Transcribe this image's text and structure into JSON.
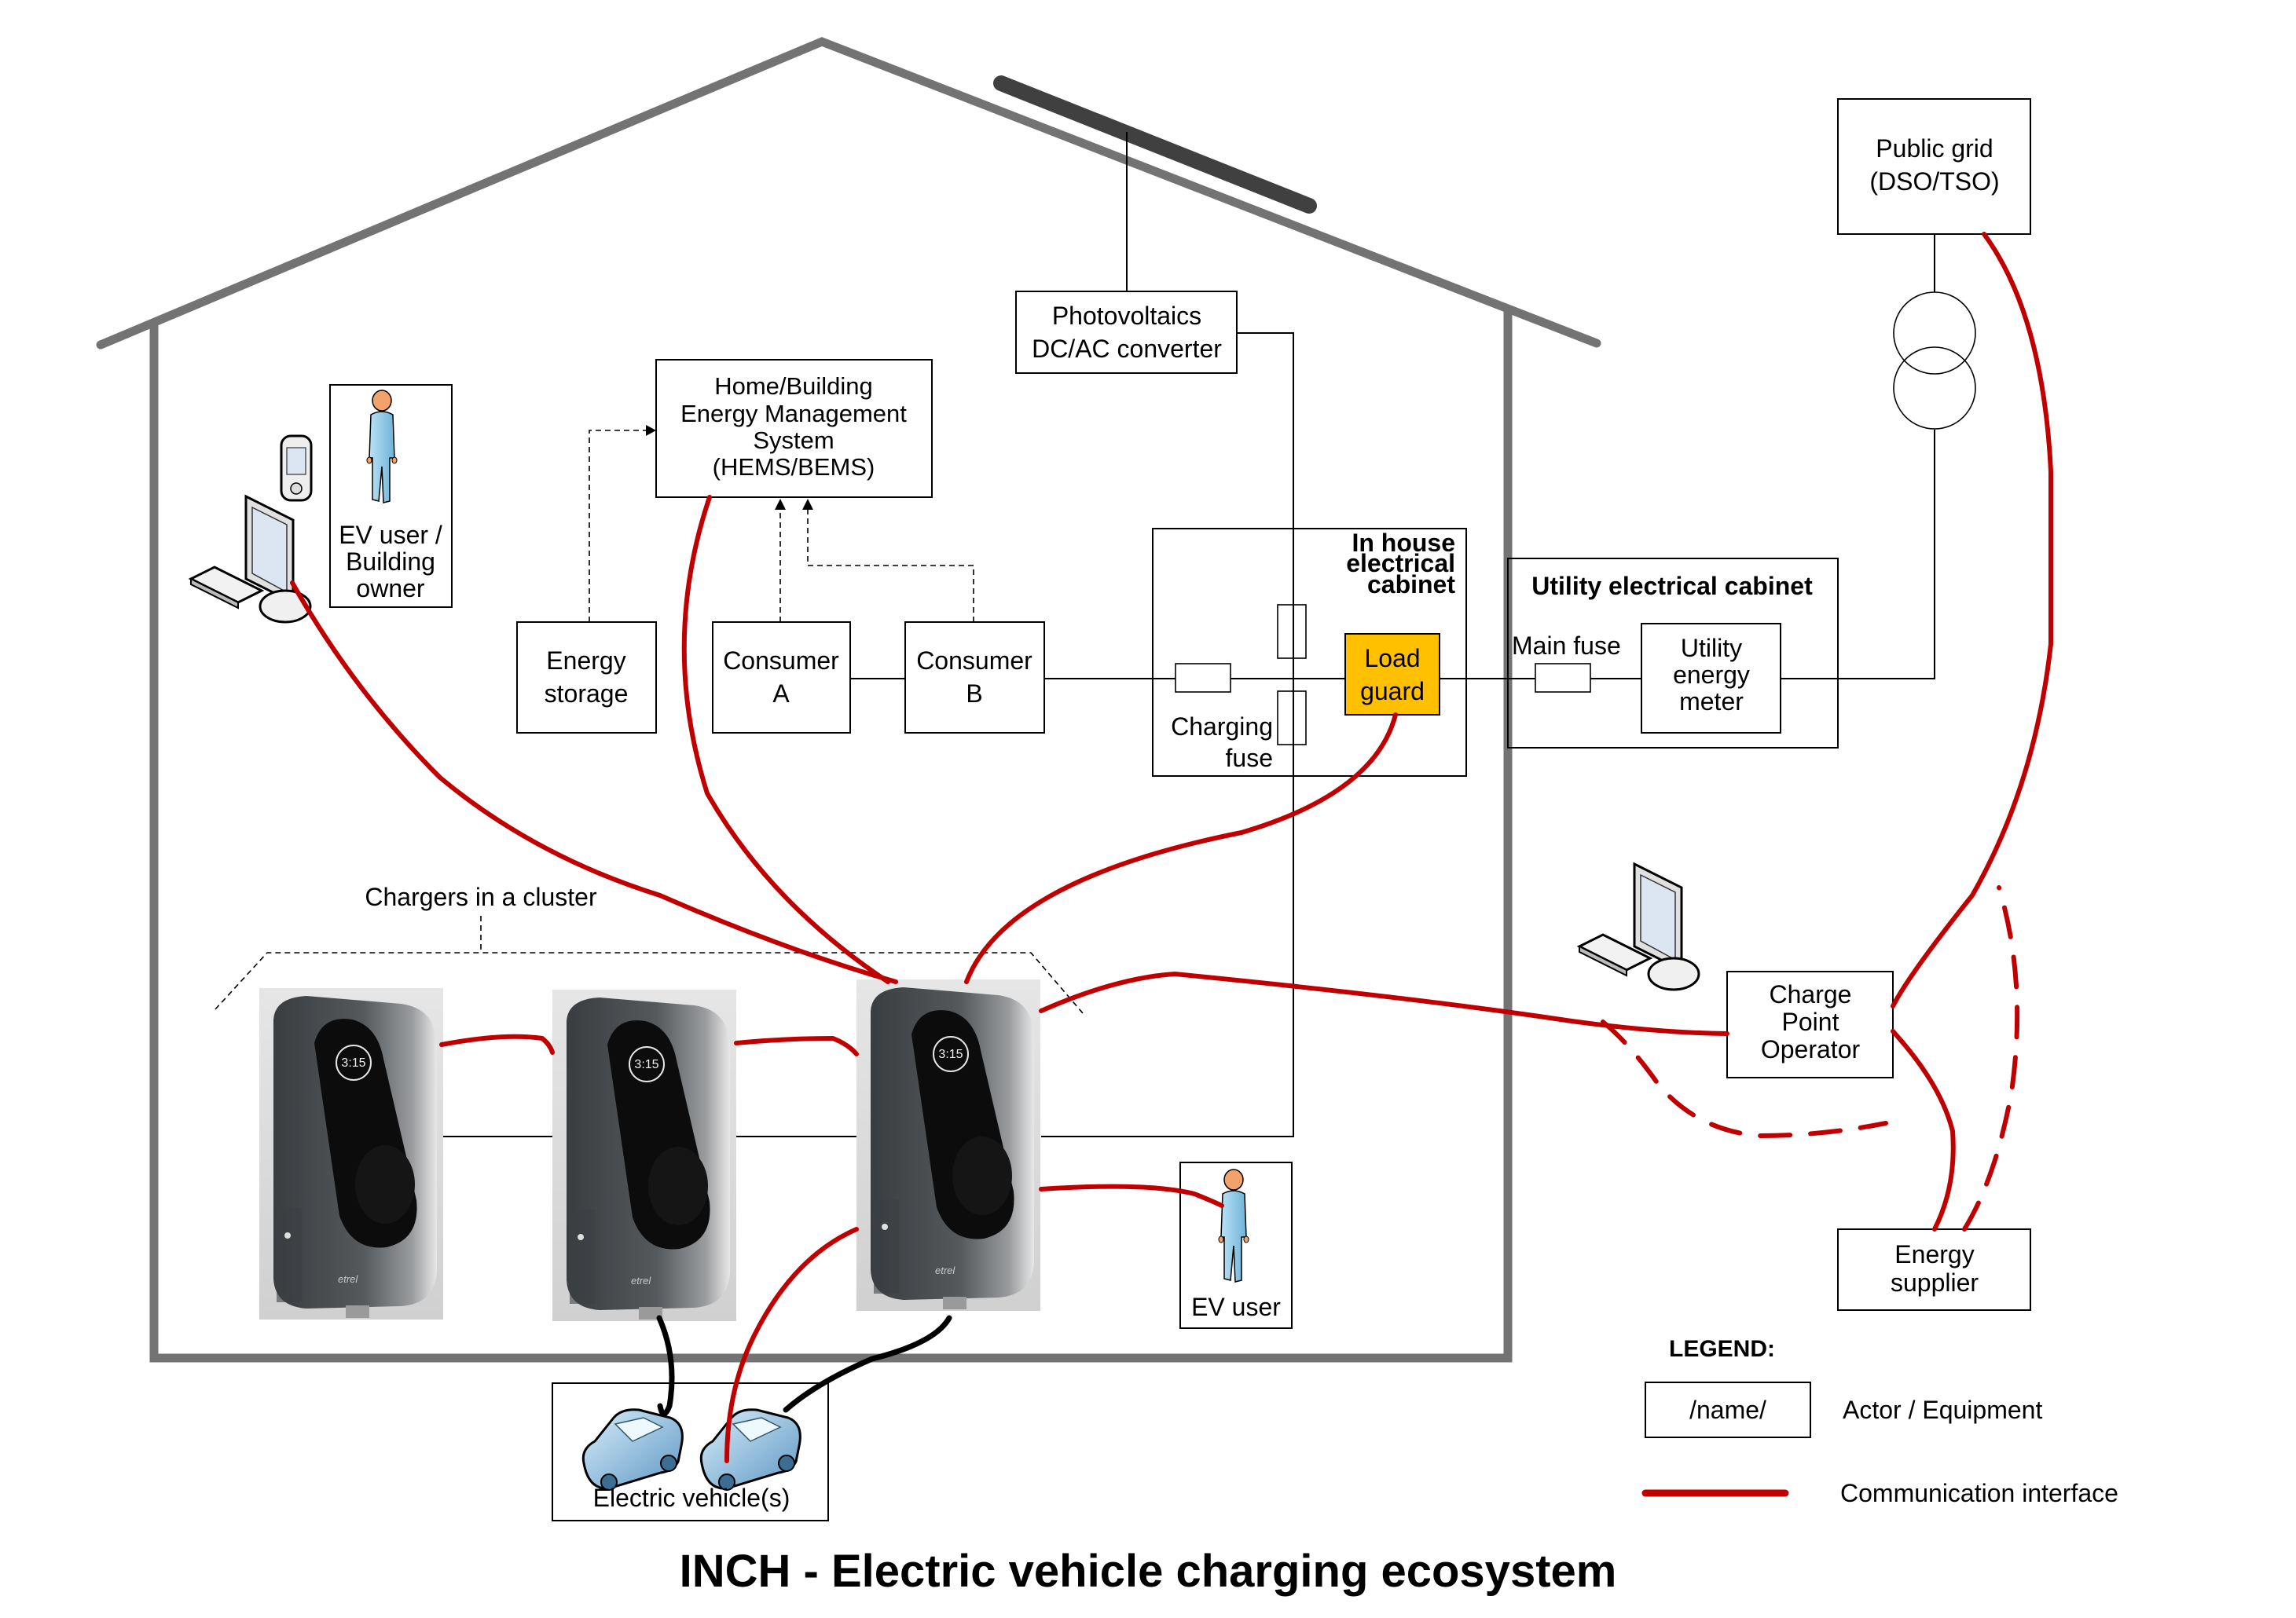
{
  "title": "INCH  - Electric vehicle charging ecosystem",
  "colors": {
    "communication": "#c00000",
    "load_guard_fill": "#ffc000",
    "house_outline": "#737373",
    "pv_panel": "#404040",
    "power_cable": "#000000",
    "person_body": "#8ec8e8",
    "person_head": "#f2a36b",
    "car_body": "#7fb2d8"
  },
  "nodes": {
    "pv_converter": {
      "lines": [
        "Photovoltaics",
        "DC/AC converter"
      ],
      "icon": "solar-panel-icon"
    },
    "hems": {
      "lines": [
        "Home/Building",
        "Energy Management",
        "System",
        "(HEMS/BEMS)"
      ]
    },
    "energy_storage": {
      "lines": [
        "Energy",
        "storage"
      ]
    },
    "consumer_a": {
      "lines": [
        "Consumer",
        "A"
      ]
    },
    "consumer_b": {
      "lines": [
        "Consumer",
        "B"
      ]
    },
    "in_house_cabinet": {
      "lines": [
        "In house",
        "electrical",
        "cabinet"
      ]
    },
    "charging_fuse": {
      "lines": [
        "Charging",
        "fuse"
      ]
    },
    "load_guard": {
      "lines": [
        "Load",
        "guard"
      ]
    },
    "utility_cabinet": {
      "label": "Utility electrical cabinet"
    },
    "main_fuse": {
      "label": "Main fuse"
    },
    "utility_meter": {
      "lines": [
        "Utility",
        "energy",
        "meter"
      ]
    },
    "public_grid": {
      "lines": [
        "Public grid",
        "(DSO/TSO)"
      ],
      "icon": "transformer-icon"
    },
    "ev_user_owner": {
      "lines": [
        "EV user /",
        "Building",
        "owner"
      ],
      "icon": "person-icon"
    },
    "ev_user": {
      "label": "EV user",
      "icon": "person-icon"
    },
    "charge_point_operator": {
      "lines": [
        "Charge",
        "Point",
        "Operator"
      ],
      "icon": "computer-icon"
    },
    "energy_supplier": {
      "lines": [
        "Energy",
        "supplier"
      ]
    },
    "electric_vehicles": {
      "label": "Electric vehicle(s)",
      "icon": "car-icon",
      "count": 2
    },
    "chargers_cluster": {
      "label": "Chargers in a cluster",
      "count": 3,
      "display_time": "3:15",
      "brand": "etrel"
    }
  },
  "legend": {
    "title": "LEGEND:",
    "items": [
      {
        "sample": "/name/",
        "label": "Actor / Equipment"
      },
      {
        "sample": "line",
        "label": "Communication interface"
      }
    ]
  }
}
